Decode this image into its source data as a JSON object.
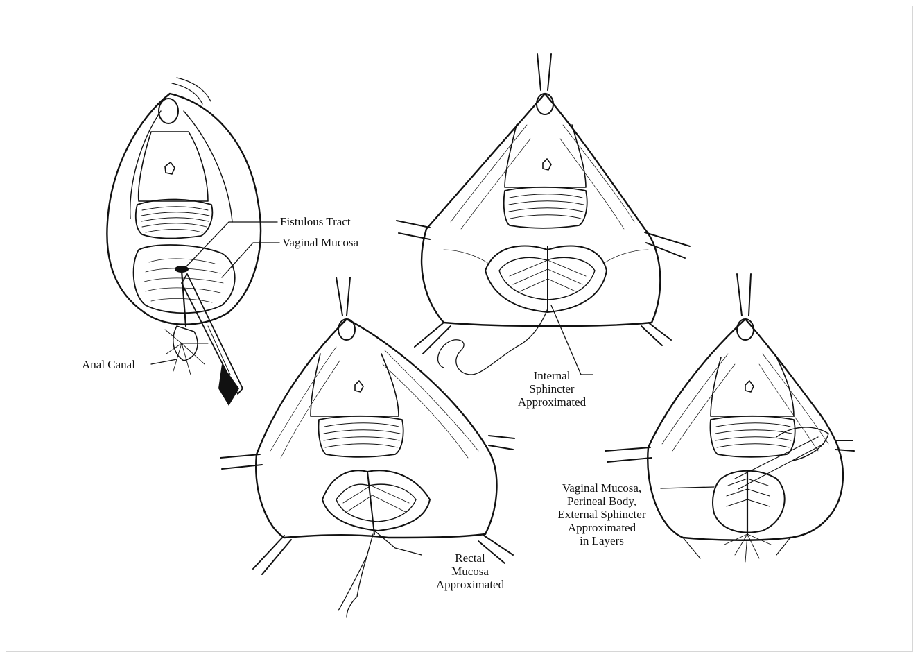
{
  "labels": {
    "fistulous_tract": "Fistulous Tract",
    "vaginal_mucosa": "Vaginal Mucosa",
    "anal_canal": "Anal Canal",
    "internal_sphincter": [
      "Internal",
      "Sphincter",
      "Approximated"
    ],
    "rectal_mucosa": [
      "Rectal",
      "Mucosa",
      "Approximated"
    ],
    "layers": [
      "Vaginal Mucosa,",
      "Perineal Body,",
      "External Sphincter",
      "Approximated",
      "in Layers"
    ]
  },
  "colors": {
    "ink": "#111111",
    "frame": "#d6d6d6",
    "background": "#ffffff"
  }
}
